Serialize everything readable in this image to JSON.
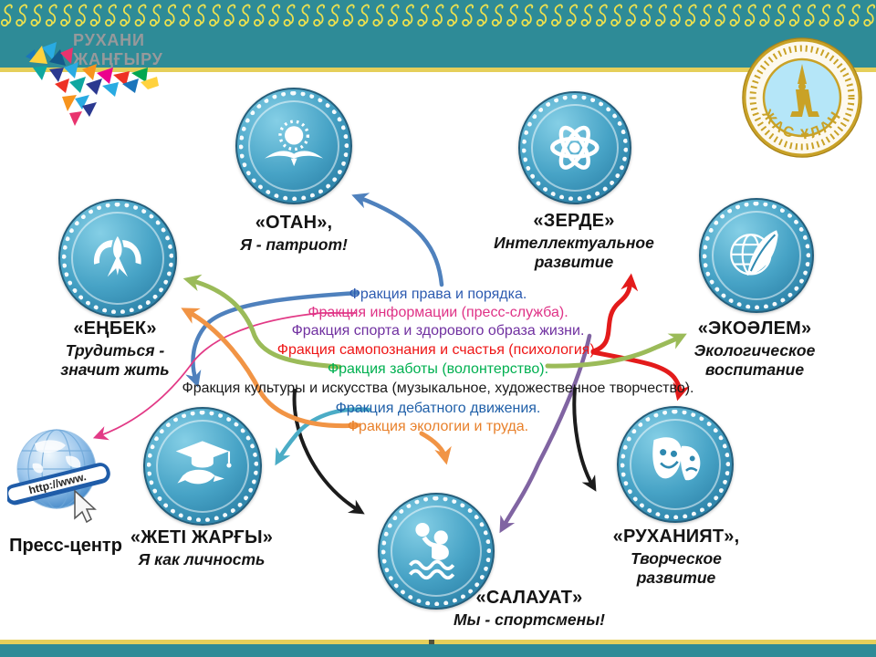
{
  "slide": {
    "brand": {
      "line1": "РУХАНИ",
      "line2": "ЖАҢҒЫРУ"
    },
    "jas_ulan": {
      "label": "ЖАС ҰЛАН"
    },
    "press_center": {
      "label": "Пресс-центр",
      "ribbon_text": "http://www."
    },
    "colors": {
      "band_teal": "#2e8b97",
      "gold_line": "#e5cf5a",
      "emblem_teal": "#2f89b0"
    },
    "clubs": [
      {
        "name": "«ОТАН»,",
        "motto": "Я - патриот!",
        "icon": "sun-eagle-icon"
      },
      {
        "name": "«ЗЕРДЕ»",
        "motto": "Интеллектуальное\nразвитие",
        "icon": "atom-icon"
      },
      {
        "name": "«ЕҢБЕК»",
        "motto": "Трудиться -\nзначит жить",
        "icon": "hands-dove-icon"
      },
      {
        "name": "«ЭКОӘЛЕМ»",
        "motto": "Экологическое\nвоспитание",
        "icon": "leaf-globe-icon"
      },
      {
        "name": "«ЖЕТІ ЖАРҒЫ»",
        "motto": "Я как личность",
        "icon": "graduate-dove-icon"
      },
      {
        "name": "«САЛАУАТ»",
        "motto": "Мы - спортсмены!",
        "icon": "water-polo-icon"
      },
      {
        "name": "«РУХАНИЯТ»,",
        "motto": "Творческое\nразвитие",
        "icon": "theater-masks-icon"
      }
    ],
    "fractions": [
      {
        "text": "Фракция права и порядка.",
        "color": "#2d5bb0"
      },
      {
        "text": "Фракция информации (пресс-служба).",
        "color": "#df3286"
      },
      {
        "text": "Фракция спорта и здорового образа жизни.",
        "color": "#7030a0"
      },
      {
        "text": "Фракция самопознания и счастья (психология).",
        "color": "#ee1515"
      },
      {
        "text": "Фракция заботы (волонтерство).",
        "color": "#00b050"
      },
      {
        "text": "Фракция культуры и искусства (музыкальное, художественное творчество).",
        "color": "#1a1a1a"
      },
      {
        "text": "Фракция дебатного движения.",
        "color": "#1f5fa8"
      },
      {
        "text": "Фракция экологии и труда.",
        "color": "#e8802a"
      }
    ]
  }
}
